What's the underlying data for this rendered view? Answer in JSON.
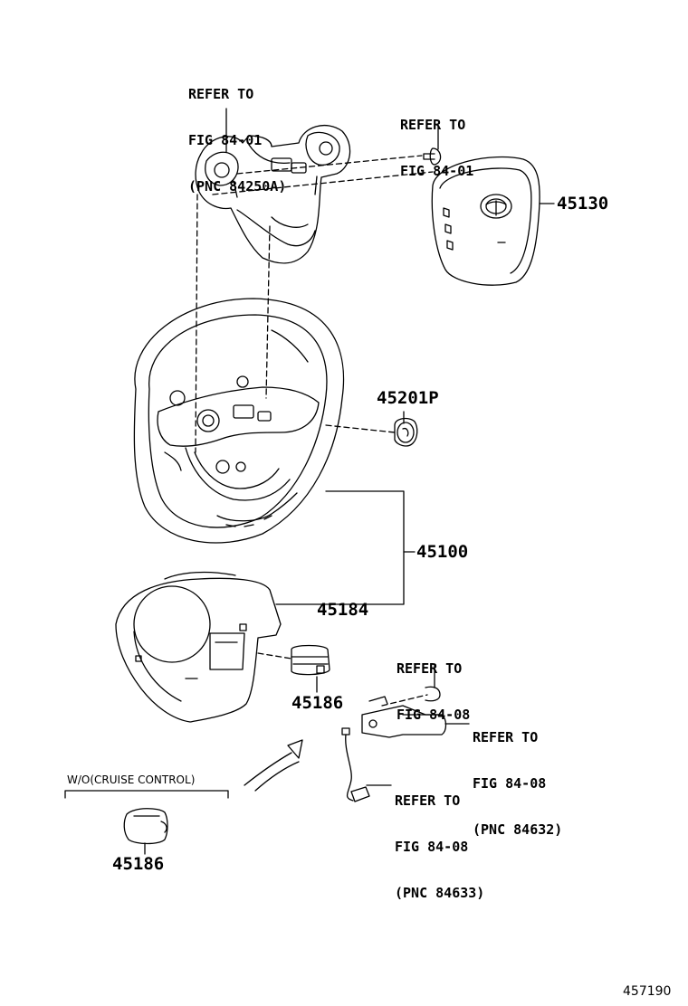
{
  "callouts": {
    "ref_84250a": {
      "line1": "REFER TO",
      "line2": "FIG 84-01",
      "line3": "(PNC 84250A)"
    },
    "ref_84_01": {
      "line1": "REFER TO",
      "line2": "FIG 84-01"
    },
    "ref_84_08_bolt": {
      "line1": "REFER TO",
      "line2": "FIG 84-08"
    },
    "ref_84632": {
      "line1": "REFER TO",
      "line2": "FIG 84-08",
      "line3": "(PNC 84632)"
    },
    "ref_84633": {
      "line1": "REFER TO",
      "line2": "FIG 84-08",
      "line3": "(PNC 84633)"
    }
  },
  "parts": {
    "p45130": "45130",
    "p45201p": "45201P",
    "p45100": "45100",
    "p45184": "45184",
    "p45186_main": "45186",
    "p45186_alt": "45186"
  },
  "variant_note": "W/O(CRUISE CONTROL)",
  "figure_code": "457190"
}
